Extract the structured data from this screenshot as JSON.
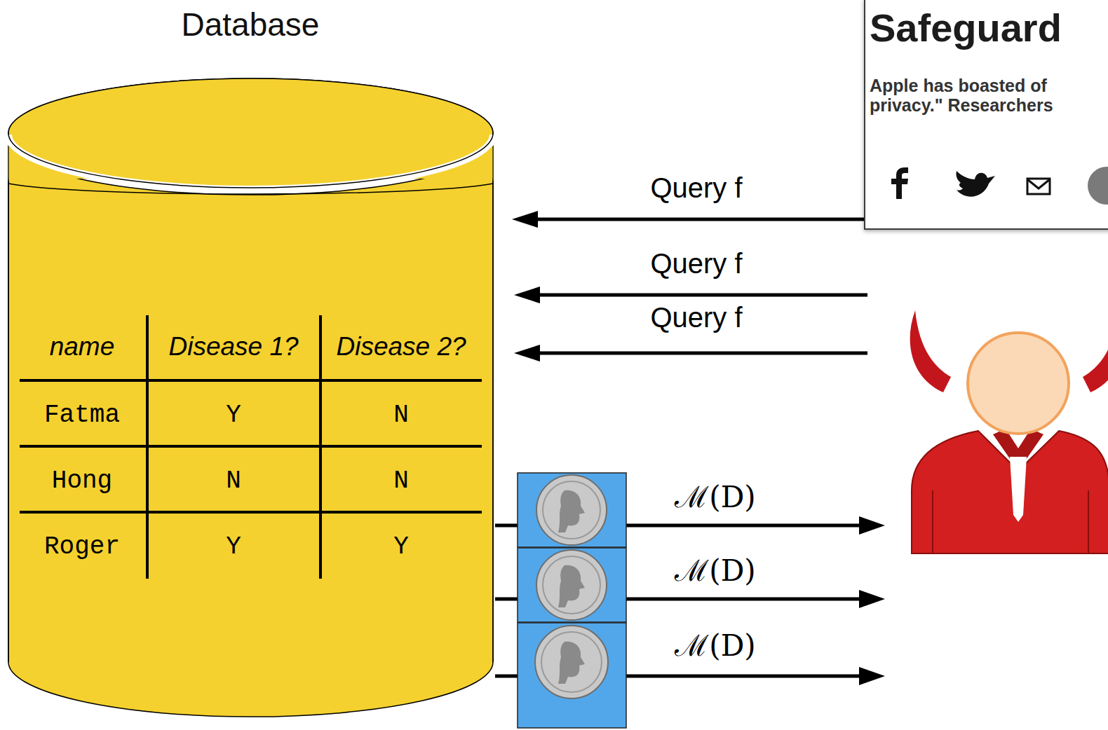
{
  "diagram": {
    "nodes": [
      {
        "text": [
          "Database"
        ]
      },
      {
        "text": [
          "Safeguard",
          "Apple has boasted of privacy.\" Researchers"
        ]
      }
    ],
    "edges": [
      {
        "from": 1,
        "to": 0,
        "arrow": "to",
        "label": "Query f"
      }
    ],
    "labels": [
      "Query f",
      "Query f",
      "name",
      "Disease 1?",
      "Disease 2?",
      "Fatma",
      "Y",
      "N",
      "Hong",
      "N",
      "N",
      "Roger",
      "Y",
      "Y",
      "ℳ(D)",
      "ℳ(D)",
      "ℳ(D)"
    ]
  }
}
